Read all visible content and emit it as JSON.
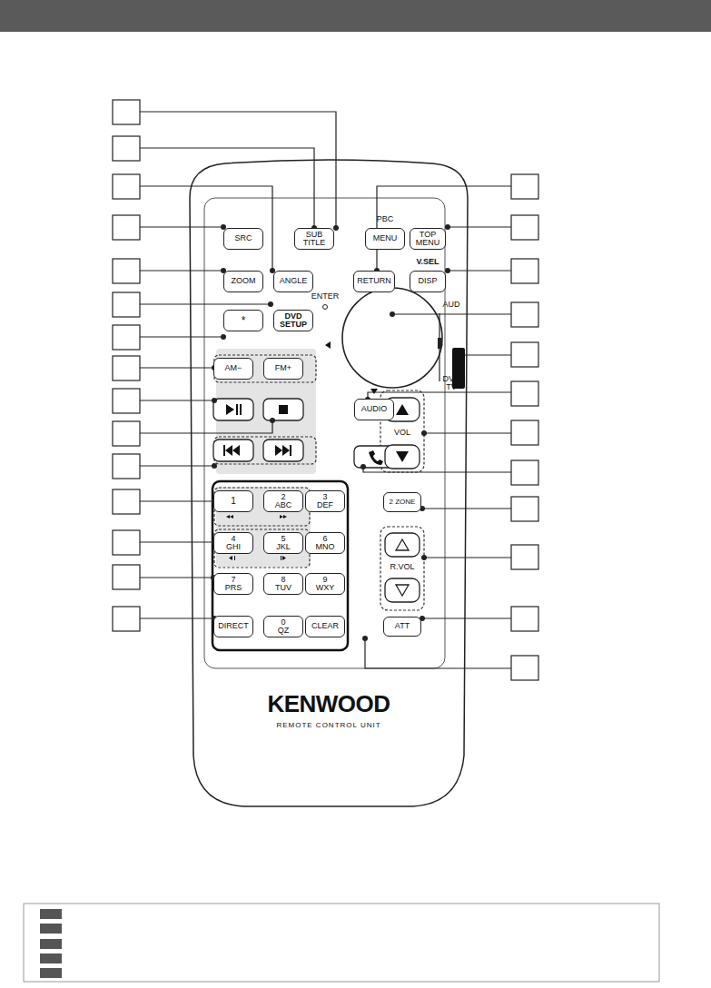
{
  "diagram": {
    "nodes": [
      {
        "text": [
          "SRC"
        ]
      },
      {
        "text": [
          "SUB TITLE"
        ]
      },
      {
        "text": [
          "MENU"
        ]
      },
      {
        "text": [
          "TOP MENU"
        ]
      },
      {
        "text": [
          "ZOOM"
        ]
      },
      {
        "text": [
          "ANGLE"
        ]
      },
      {
        "text": [
          "RETURN"
        ]
      },
      {
        "text": [
          "DISP"
        ]
      },
      {
        "text": [
          "*"
        ]
      },
      {
        "text": [
          "DVD SETUP"
        ]
      },
      {
        "text": [
          "AM−"
        ]
      },
      {
        "text": [
          "FM+"
        ]
      },
      {
        "text": [
          "AUDIO"
        ]
      },
      {
        "text": [
          "1"
        ]
      },
      {
        "text": [
          "2 ABC"
        ]
      },
      {
        "text": [
          "3 DEF"
        ]
      },
      {
        "text": [
          "2 ZONE"
        ]
      },
      {
        "text": [
          "4 GHI"
        ]
      },
      {
        "text": [
          "5 JKL"
        ]
      },
      {
        "text": [
          "6 MNO"
        ]
      },
      {
        "text": [
          "7 PRS"
        ]
      },
      {
        "text": [
          "8 TUV"
        ]
      },
      {
        "text": [
          "9 WXY"
        ]
      },
      {
        "text": [
          "DIRECT"
        ]
      },
      {
        "text": [
          "0 QZ"
        ]
      },
      {
        "text": [
          "CLEAR"
        ]
      },
      {
        "text": [
          "ATT"
        ]
      }
    ],
    "labels": [
      "PBC",
      "V.SEL",
      "ENTER",
      "AUD",
      "DVD TV",
      "VOL",
      "R.VOL",
      "KENWOOD",
      "REMOTE CONTROL UNIT"
    ]
  }
}
